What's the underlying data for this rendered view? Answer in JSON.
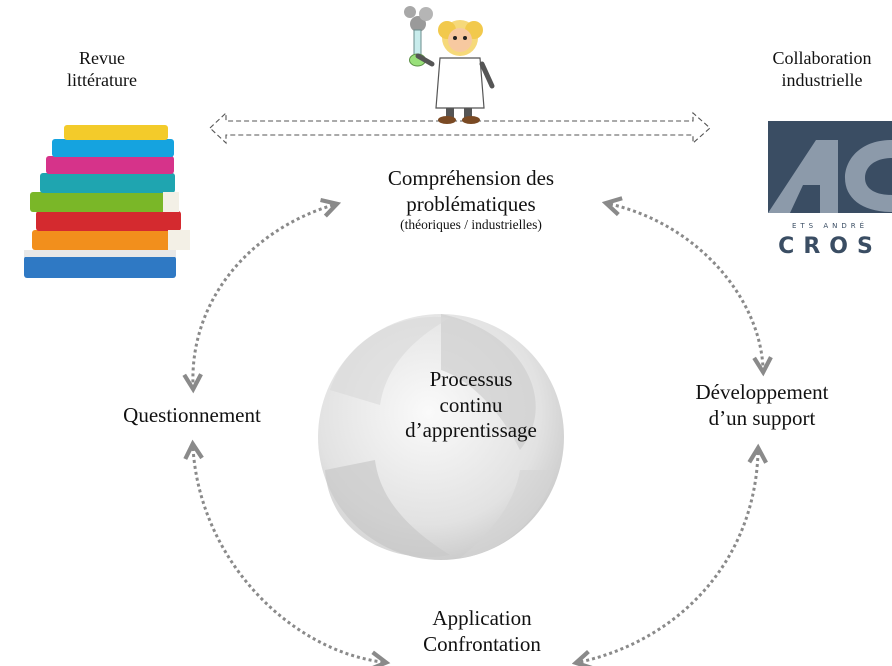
{
  "top_left": {
    "line1": "Revue",
    "line2": "littérature"
  },
  "top_right": {
    "line1": "Collaboration",
    "line2": "industrielle"
  },
  "logo": {
    "small_text": "ETS ANDRÉ",
    "brand": "CROS",
    "colors": {
      "dark": "#3a4d63",
      "grey": "#8c9aaa"
    }
  },
  "nodes": {
    "top": {
      "line1": "Compréhension des",
      "line2": "problématiques",
      "sub": "(théoriques / industrielles)"
    },
    "left": {
      "label": "Questionnement"
    },
    "right": {
      "line1": "Développement",
      "line2": "d’un support"
    },
    "bottom": {
      "line1": "Application",
      "line2": "Confrontation"
    }
  },
  "center": {
    "line1": "Processus",
    "line2": "continu",
    "line3": "d’apprentissage"
  },
  "icons": {
    "books": "stacked-books-icon",
    "scientist": "scientist-icon",
    "swirl": "swirl-icon"
  }
}
